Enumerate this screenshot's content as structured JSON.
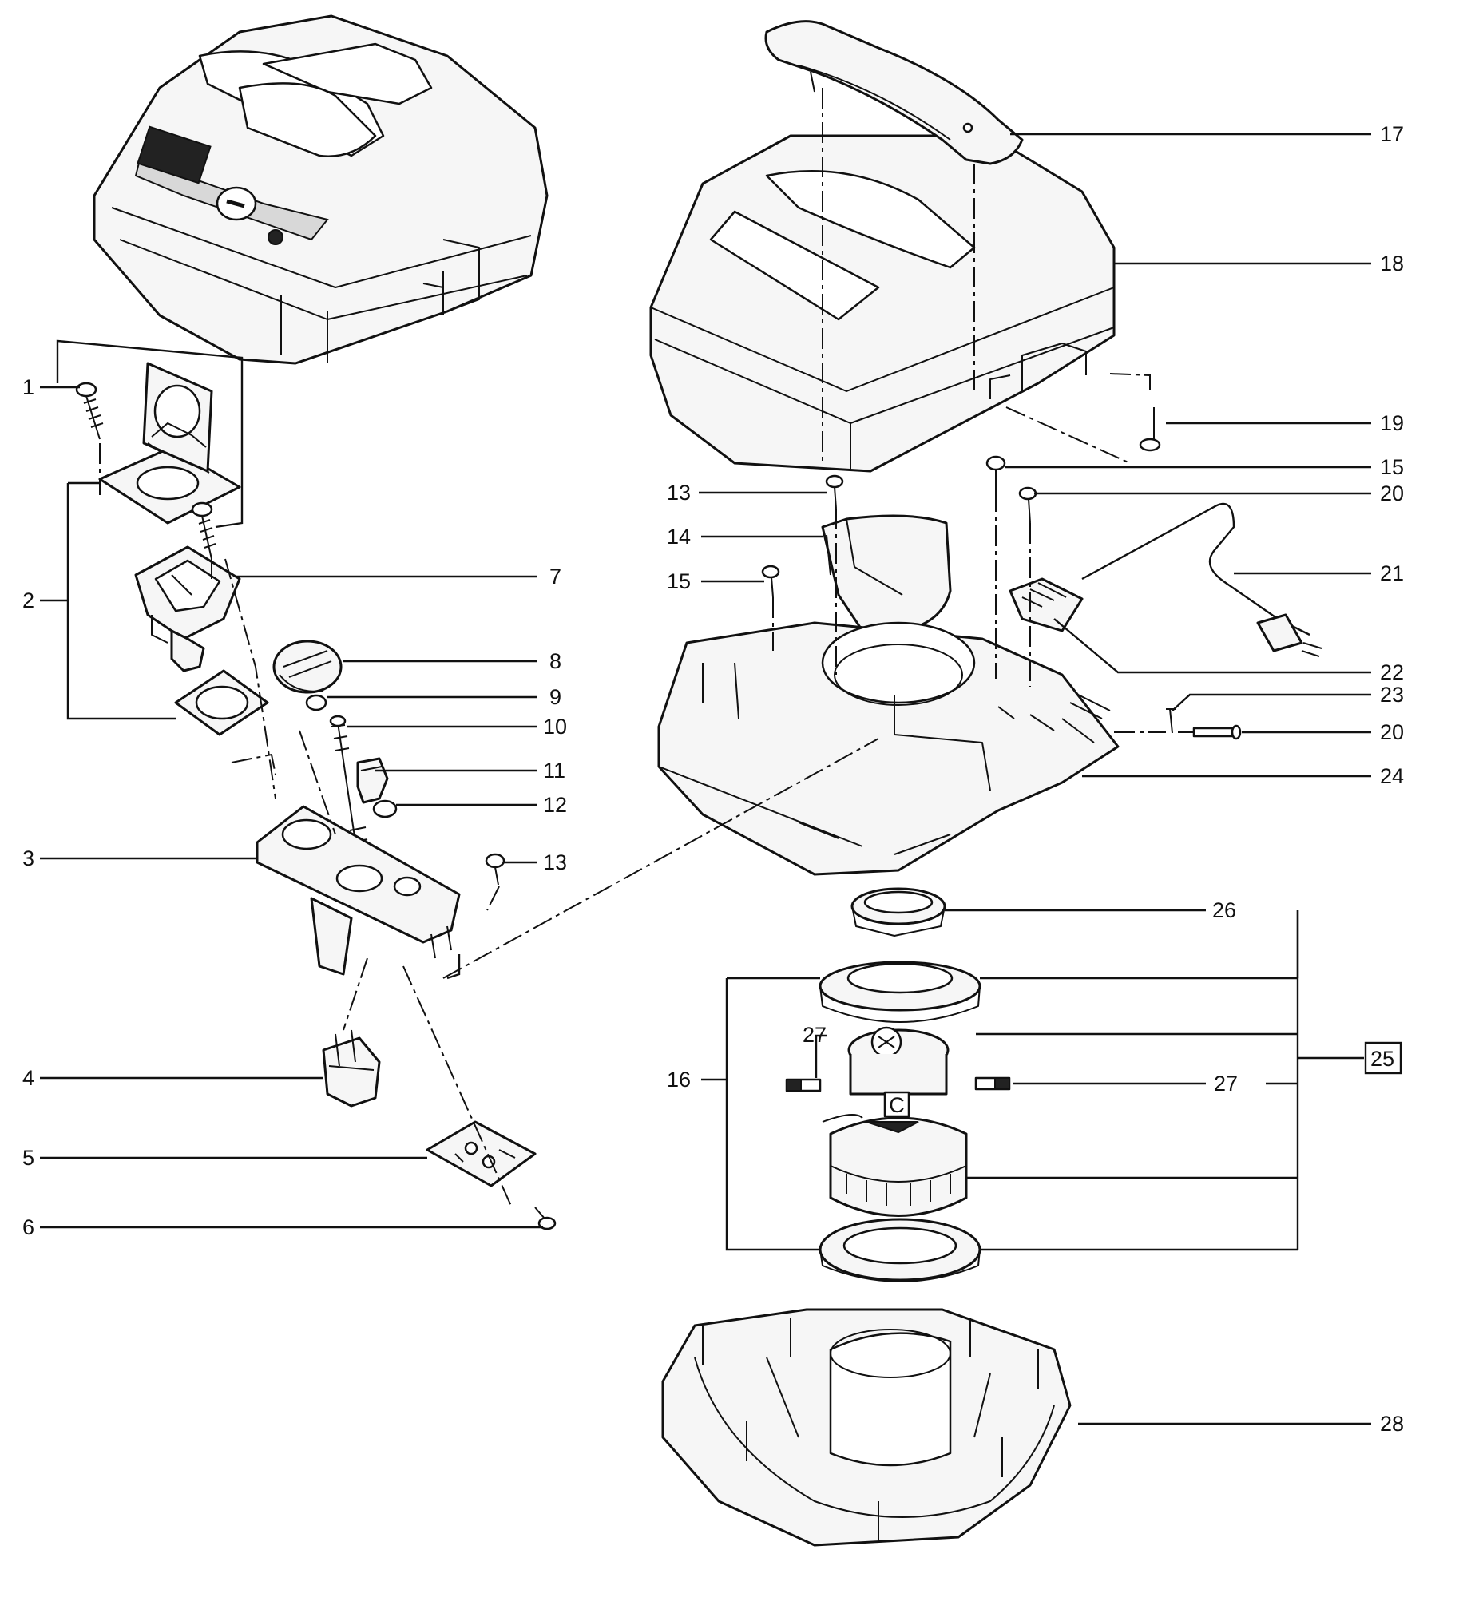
{
  "callouts": {
    "c1": "1",
    "c2": "2",
    "c3": "3",
    "c4": "4",
    "c5": "5",
    "c6": "6",
    "c7": "7",
    "c8": "8",
    "c9": "9",
    "c10": "10",
    "c11": "11",
    "c12": "12",
    "c13a": "13",
    "c13b": "13",
    "c14": "14",
    "c15a": "15",
    "c15b": "15",
    "c16": "16",
    "c17": "17",
    "c18": "18",
    "c19": "19",
    "c20a": "20",
    "c20b": "20",
    "c21": "21",
    "c22": "22",
    "c23": "23",
    "c24": "24",
    "c25": "25",
    "c26": "26",
    "c27a": "27",
    "c27b": "27",
    "c28": "28"
  },
  "motor_label": "C"
}
